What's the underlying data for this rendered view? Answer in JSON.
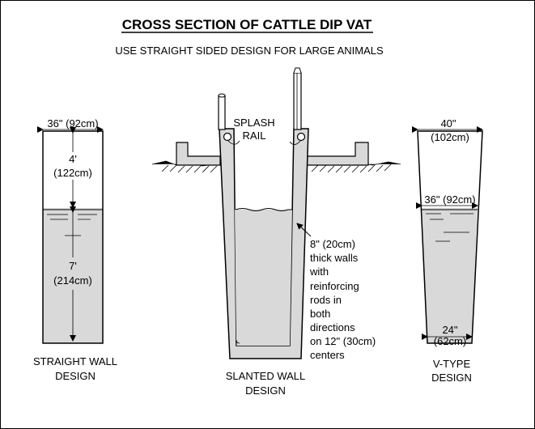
{
  "title": "CROSS SECTION OF CATTLE DIP VAT",
  "subtitle": "USE STRAIGHT SIDED DESIGN FOR LARGE ANIMALS",
  "straight": {
    "width": "36\" (92cm)",
    "upper_a": "4'",
    "upper_b": "(122cm)",
    "lower_a": "7'",
    "lower_b": "(214cm)",
    "caption_1": "STRAIGHT WALL",
    "caption_2": "DESIGN"
  },
  "slanted": {
    "splash_1": "SPLASH",
    "splash_2": "RAIL",
    "note": [
      "8\" (20cm)",
      "thick walls",
      "with",
      "reinforcing",
      "rods in",
      "both",
      "directions",
      "on 12\" (30cm)",
      "centers"
    ],
    "caption_1": "SLANTED WALL",
    "caption_2": "DESIGN"
  },
  "vtype": {
    "top_a": "40\"",
    "top_b": "(102cm)",
    "mid": "36\" (92cm)",
    "bottom_a": "24\"",
    "bottom_b": "(62cm)",
    "caption_1": "V-TYPE",
    "caption_2": "DESIGN"
  },
  "colors": {
    "fill": "#d9d9d9",
    "line": "#000000"
  }
}
